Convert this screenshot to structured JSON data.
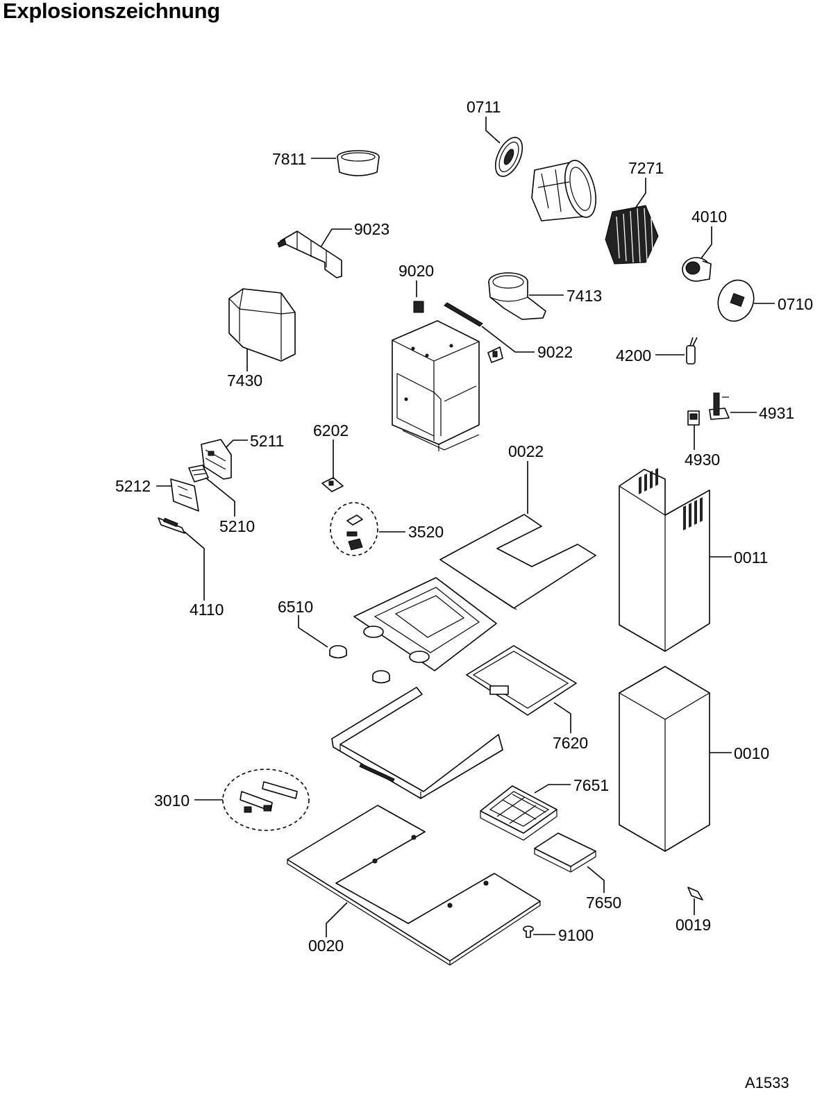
{
  "title": "Explosionszeichnung",
  "document_code": "A1533",
  "parts": [
    {
      "id": "p0711",
      "number": "0711"
    },
    {
      "id": "p7811",
      "number": "7811"
    },
    {
      "id": "p7271",
      "number": "7271"
    },
    {
      "id": "p9023",
      "number": "9023"
    },
    {
      "id": "p4010",
      "number": "4010"
    },
    {
      "id": "p9020",
      "number": "9020"
    },
    {
      "id": "p7413",
      "number": "7413"
    },
    {
      "id": "p0710",
      "number": "0710"
    },
    {
      "id": "p9022",
      "number": "9022"
    },
    {
      "id": "p7430",
      "number": "7430"
    },
    {
      "id": "p4200",
      "number": "4200"
    },
    {
      "id": "p4931",
      "number": "4931"
    },
    {
      "id": "p5211",
      "number": "5211"
    },
    {
      "id": "p6202",
      "number": "6202"
    },
    {
      "id": "p0022",
      "number": "0022"
    },
    {
      "id": "p4930",
      "number": "4930"
    },
    {
      "id": "p5212",
      "number": "5212"
    },
    {
      "id": "p5210",
      "number": "5210"
    },
    {
      "id": "p3520",
      "number": "3520"
    },
    {
      "id": "p0011",
      "number": "0011"
    },
    {
      "id": "p4110",
      "number": "4110"
    },
    {
      "id": "p6510",
      "number": "6510"
    },
    {
      "id": "p7620",
      "number": "7620"
    },
    {
      "id": "p0010",
      "number": "0010"
    },
    {
      "id": "p7651",
      "number": "7651"
    },
    {
      "id": "p3010",
      "number": "3010"
    },
    {
      "id": "p7650",
      "number": "7650"
    },
    {
      "id": "p0019",
      "number": "0019"
    },
    {
      "id": "p9100",
      "number": "9100"
    },
    {
      "id": "p0020",
      "number": "0020"
    }
  ]
}
